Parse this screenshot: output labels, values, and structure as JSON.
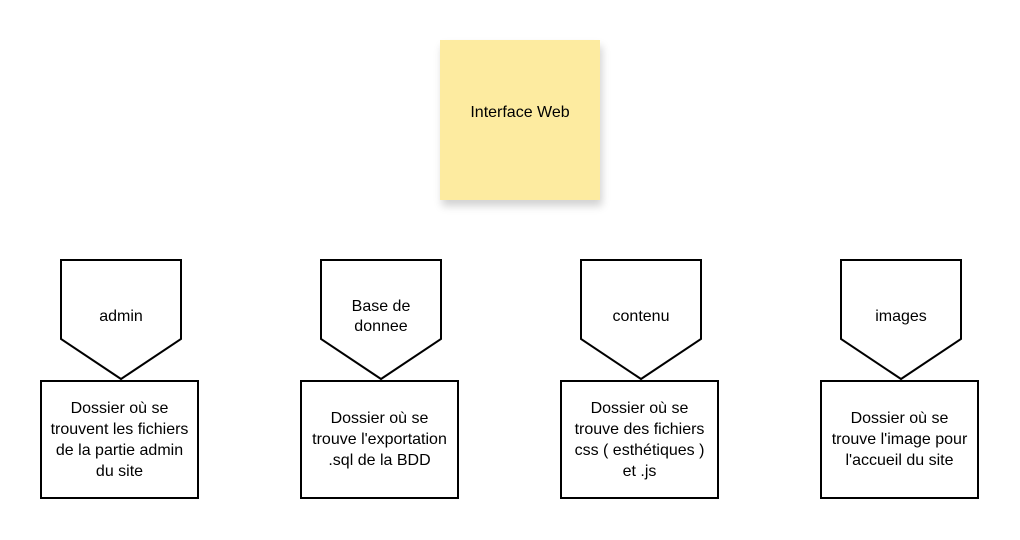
{
  "colors": {
    "sticky_fill": "#fdeba0",
    "stroke": "#000000",
    "background": "#ffffff"
  },
  "root": {
    "label": "Interface Web"
  },
  "folders": [
    {
      "label": "admin",
      "description": "Dossier où se trouvent les fichiers de la partie admin du site"
    },
    {
      "label": "Base de donnee",
      "description": "Dossier où se trouve l'exportation .sql de la BDD"
    },
    {
      "label": "contenu",
      "description": "Dossier où se trouve des fichiers css ( esthétiques ) et .js"
    },
    {
      "label": "images",
      "description": "Dossier où se trouve l'image pour l'accueil du site"
    }
  ]
}
